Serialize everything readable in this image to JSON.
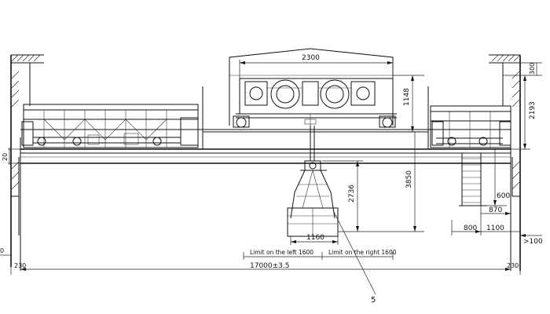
{
  "drawing": {
    "dimensions": {
      "d2300": "2300",
      "d1148": "1148",
      "d300": "300",
      "d2193": "2193",
      "d20": "20",
      "d3850": "3850",
      "d2736": "2736",
      "d600": "600",
      "d870": "870",
      "d800": "800",
      "d1100": "1100",
      "d100": ">100",
      "d1160": "1160",
      "span": "17000±3.5",
      "d230_left": "230",
      "d230_right": "230",
      "d0": "0"
    },
    "labels": {
      "limit_left": "Limit on the left 1600",
      "limit_right": "Limit on the right 1600",
      "callout": "5"
    }
  }
}
